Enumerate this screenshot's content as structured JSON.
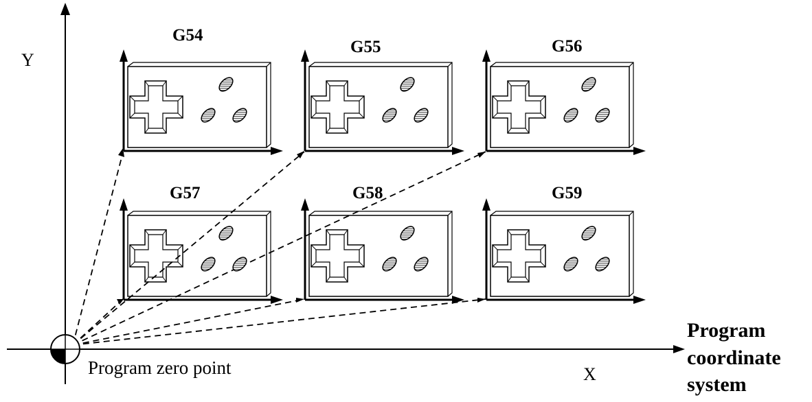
{
  "axes": {
    "x_label": "X",
    "y_label": "Y"
  },
  "origin_label": "Program zero point",
  "system_label": {
    "line1": "Program",
    "line2": "coordinate",
    "line3": "system"
  },
  "work_offsets": [
    {
      "code": "G54"
    },
    {
      "code": "G55"
    },
    {
      "code": "G56"
    },
    {
      "code": "G57"
    },
    {
      "code": "G58"
    },
    {
      "code": "G59"
    }
  ]
}
